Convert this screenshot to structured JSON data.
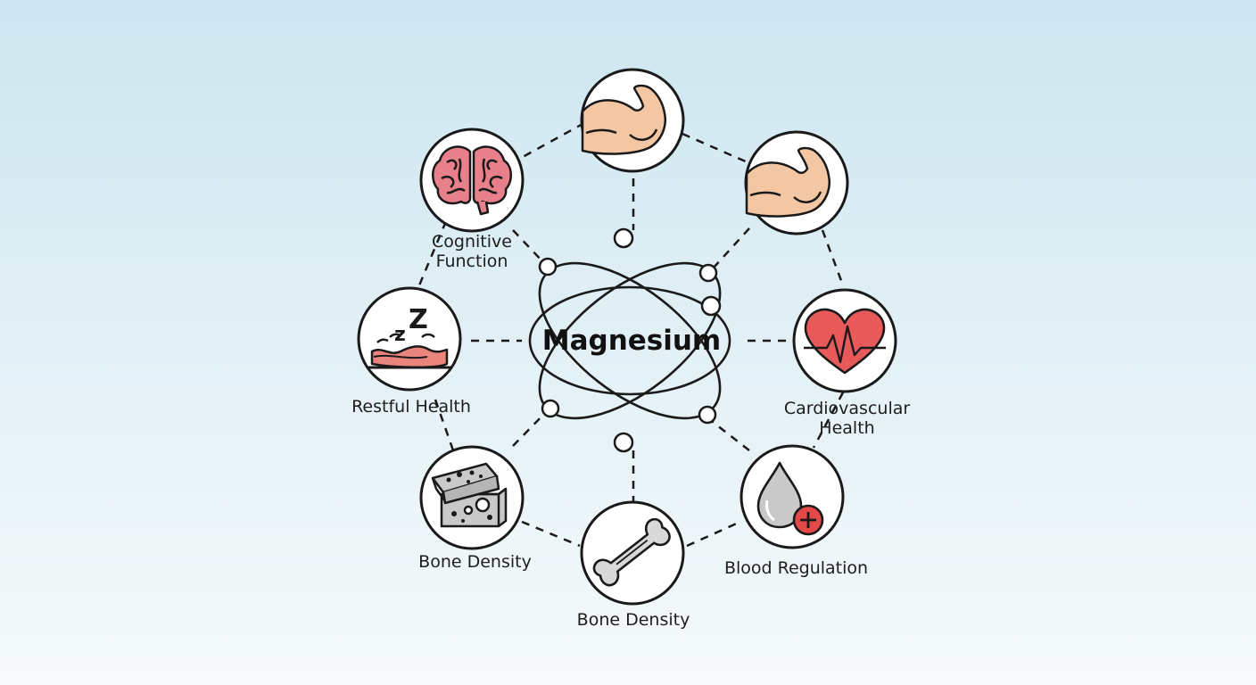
{
  "center": {
    "label": "Magnesium"
  },
  "nodes": [
    {
      "id": "muscle-top",
      "label_line1": "",
      "label_line2": "",
      "icon": "flexed-arm-icon"
    },
    {
      "id": "muscle-right",
      "label_line1": "",
      "label_line2": "",
      "icon": "flexed-arm-icon"
    },
    {
      "id": "cognitive",
      "label_line1": "Cognitive",
      "label_line2": "Function",
      "icon": "brain-icon"
    },
    {
      "id": "restful",
      "label_line1": "Restful Health",
      "label_line2": "",
      "icon": "sleep-icon"
    },
    {
      "id": "cardio",
      "label_line1": "Cardiovascular",
      "label_line2": "Health",
      "icon": "heart-pulse-icon"
    },
    {
      "id": "bone-left",
      "label_line1": "Bone Density",
      "label_line2": "",
      "icon": "bone-block-icon"
    },
    {
      "id": "bone-bottom",
      "label_line1": "Bone Density",
      "label_line2": "",
      "icon": "bone-icon"
    },
    {
      "id": "blood",
      "label_line1": "Blood Regulation",
      "label_line2": "",
      "icon": "blood-drop-plus-icon"
    }
  ],
  "colors": {
    "stroke": "#1a1a1a",
    "circle_fill": "#ffffff",
    "skin": "#f3c6a4",
    "brain": "#e7808a",
    "heart": "#e85a5a",
    "red": "#d93a3a",
    "grey": "#c9c9c9"
  }
}
